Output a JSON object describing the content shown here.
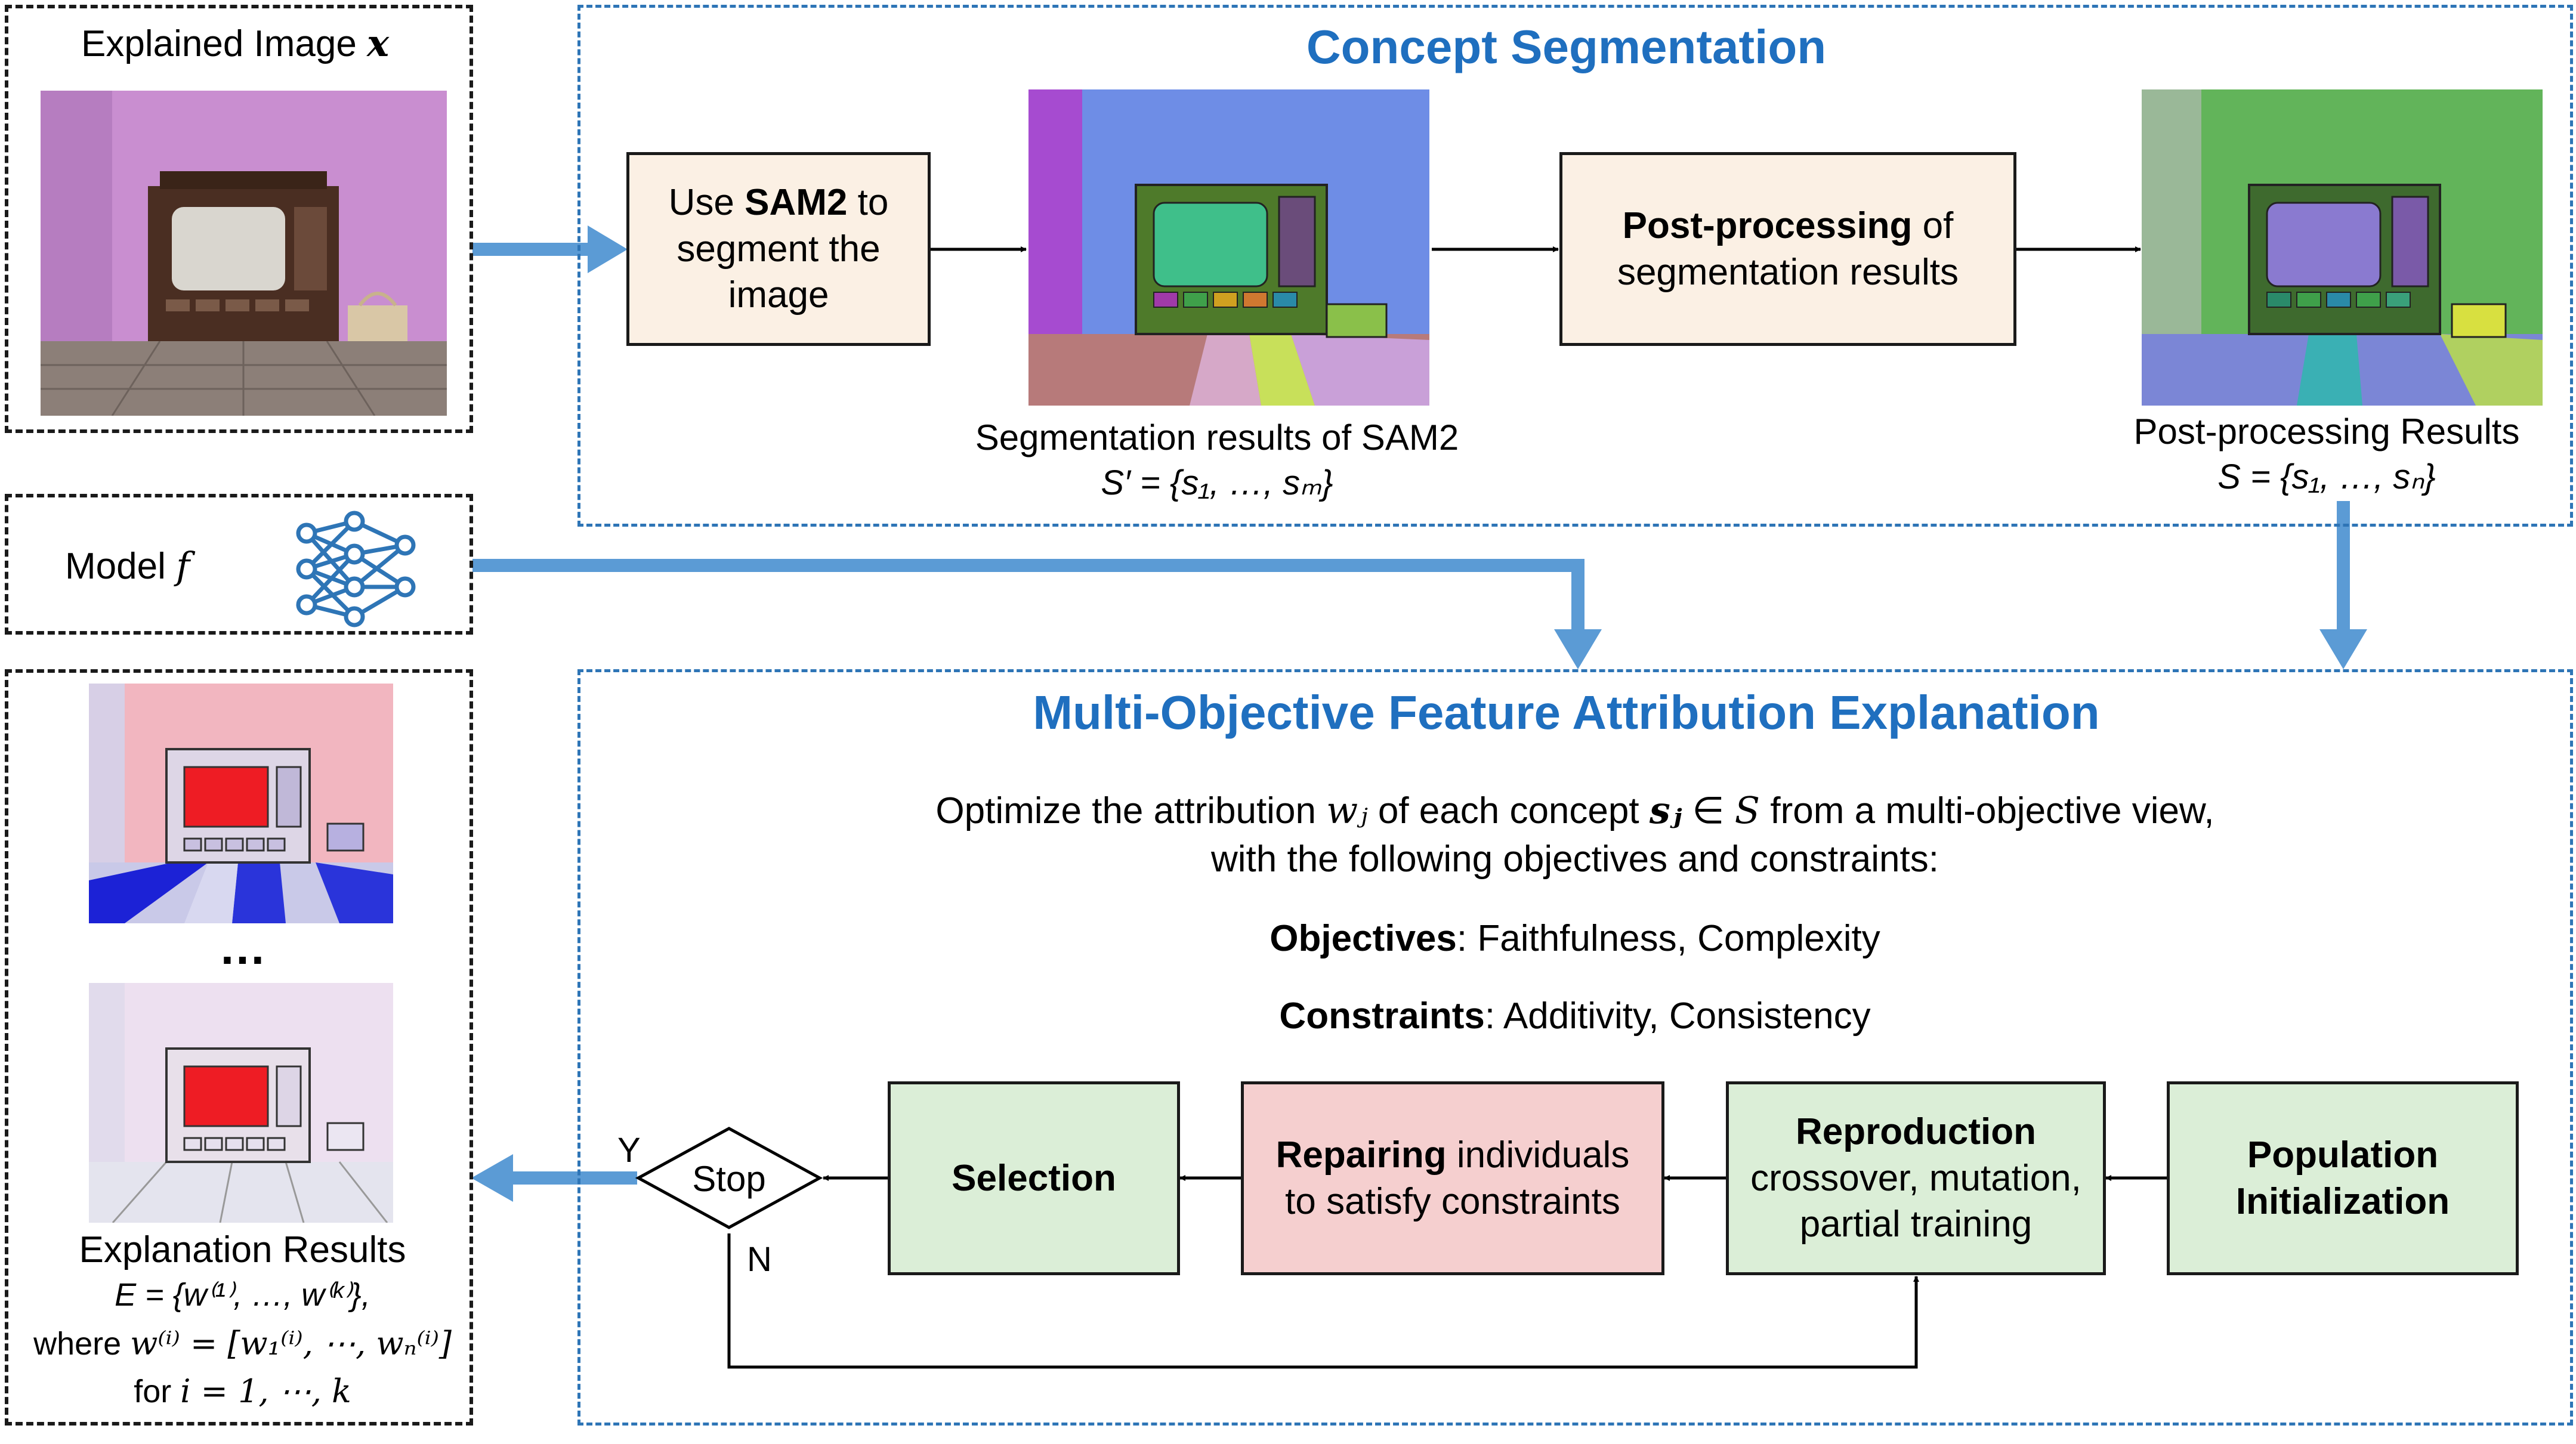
{
  "colors": {
    "accent_blue": "#2e75b6",
    "title_blue": "#1f6fbf",
    "peach": "#fbf0e4",
    "green": "#dbeed7",
    "pink": "#f5cfcf"
  },
  "input_panel": {
    "label": "Explained Image",
    "symbol": "x"
  },
  "model_panel": {
    "label": "Model",
    "symbol": "f",
    "icon": "neural-network-icon"
  },
  "concept_segmentation": {
    "title": "Concept Segmentation",
    "sam2_box": {
      "pre": "Use ",
      "bold": "SAM2",
      "post": " to segment the image"
    },
    "sam2_caption": "Segmentation results of SAM2",
    "sam2_formula": "S′ = {s₁, …, sₘ}",
    "post_box": {
      "bold": "Post-processing",
      "post": " of segmentation results"
    },
    "post_caption": "Post-processing Results",
    "post_formula": "S = {s₁, …, sₙ}"
  },
  "mofae": {
    "title": "Multi-Objective Feature Attribution Explanation",
    "intro_line1_a": "Optimize the attribution ",
    "intro_w": "wⱼ",
    "intro_line1_b": " of each concept ",
    "intro_s": "sⱼ",
    "intro_line1_c": " ∈ ",
    "intro_S": "S",
    "intro_line1_d": " from a multi-objective view,",
    "intro_line2": "with the following objectives and constraints:",
    "objectives_label": "Objectives",
    "objectives_text": ": Faithfulness, Complexity",
    "constraints_label": "Constraints",
    "constraints_text": ":  Additivity,  Consistency",
    "selection": "Selection",
    "repair": {
      "bold": "Repairing",
      "rest_1": " individuals",
      "rest_2": "to satisfy constraints"
    },
    "reproduction": {
      "bold": "Reproduction",
      "line2": "crossover, mutation,",
      "line3": "partial training"
    },
    "population": {
      "line1": "Population",
      "line2": "Initialization"
    },
    "stop": "Stop",
    "yes": "Y",
    "no": "N"
  },
  "explanation_results": {
    "ellipsis": "…",
    "title": "Explanation Results",
    "formula_1": "E = {w⁽¹⁾, …, w⁽ᵏ⁾},",
    "formula_2_prefix": "where ",
    "formula_2": "w⁽ⁱ⁾ = [w₁⁽ⁱ⁾, ⋯, wₙ⁽ⁱ⁾]",
    "formula_3_prefix": "for ",
    "formula_3": "i = 1, ⋯, k"
  }
}
